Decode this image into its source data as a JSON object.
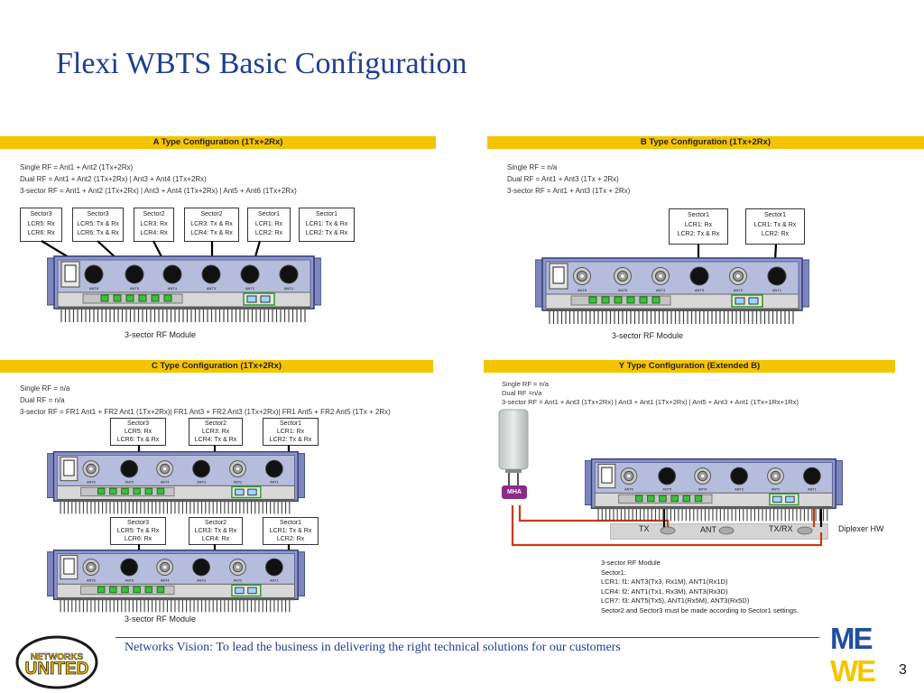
{
  "title": "Flexi WBTS Basic Configuration",
  "footer": {
    "text": "Networks Vision: To lead the business in delivering the right technical solutions for our customers",
    "page_number": "3",
    "logo_left_top": "NETWORKS",
    "logo_left_bottom": "UNITED",
    "logo_right_top": "ME",
    "logo_right_bottom": "WE"
  },
  "module_ant_labels": [
    "ANT6",
    "ANT5",
    "ANT4",
    "ANT3",
    "ANT2",
    "ANT1"
  ],
  "module_dc_label": "DC IN",
  "panel_a": {
    "header": "A Type Configuration (1Tx+2Rx)",
    "lines": [
      "Single RF = Ant1 + Ant2 (1Tx+2Rx)",
      "Dual RF = Ant1 + Ant2 (1Tx+2Rx) | Ant3 + Ant4 (1Tx+2Rx)",
      "3-sector RF = Ant1 + Ant2 (1Tx+2Rx) | Ant3 + Ant4 (1Tx+2Rx) | Ant5 + Ant6 (1Tx+2Rx)"
    ],
    "sectors": [
      {
        "title": "Sector3",
        "l1": "LCR5: Rx",
        "l2": "LCR6: Rx"
      },
      {
        "title": "Sector3",
        "l1": "LCR5: Tx & Rx",
        "l2": "LCR6: Tx & Rx"
      },
      {
        "title": "Sector2",
        "l1": "LCR3: Rx",
        "l2": "LCR4: Rx"
      },
      {
        "title": "Sector2",
        "l1": "LCR3: Tx & Rx",
        "l2": "LCR4: Tx & Rx"
      },
      {
        "title": "Sector1",
        "l1": "LCR1: Rx",
        "l2": "LCR2: Rx"
      },
      {
        "title": "Sector1",
        "l1": "LCR1: Tx & Rx",
        "l2": "LCR2: Tx & Rx"
      }
    ],
    "caption": "3-sector RF Module"
  },
  "panel_b": {
    "header": "B Type Configuration (1Tx+2Rx)",
    "lines": [
      "Single RF = n/a",
      "Dual RF = Ant1 + Ant3 (1Tx + 2Rx)",
      "3-sector RF = Ant1 + Ant3 (1Tx + 2Rx)"
    ],
    "sectors": [
      {
        "title": "Sector1",
        "l1": "LCR1: Rx",
        "l2": "LCR2: Tx & Rx"
      },
      {
        "title": "Sector1",
        "l1": "LCR1: Tx & Rx",
        "l2": "LCR2: Rx"
      }
    ],
    "caption": "3-sector RF Module"
  },
  "panel_c": {
    "header": "C Type Configuration (1Tx+2Rx)",
    "lines": [
      "Single RF = n/a",
      "Dual RF = n/a",
      "3-sector RF = FR1 Ant1 + FR2 Ant1 (1Tx+2Rx)| FR1 Ant3 + FR2 Ant3 (1Tx+2Rx)| FR1 Ant5 + FR2 Ant5 (1Tx + 2Rx)"
    ],
    "sectors_top": [
      {
        "title": "Sector3",
        "l1": "LCR5: Rx",
        "l2": "LCR6: Tx & Rx"
      },
      {
        "title": "Sector2",
        "l1": "LCR3: Rx",
        "l2": "LCR4: Tx & Rx"
      },
      {
        "title": "Sector1",
        "l1": "LCR1: Rx",
        "l2": "LCR2: Tx & Rx"
      }
    ],
    "sectors_bottom": [
      {
        "title": "Sector3",
        "l1": "LCR5: Tx & Rx",
        "l2": "LCR6: Rx"
      },
      {
        "title": "Sector2",
        "l1": "LCR3: Tx & Rx",
        "l2": "LCR4: Rx"
      },
      {
        "title": "Sector1",
        "l1": "LCR1: Tx & Rx",
        "l2": "LCR2: Rx"
      }
    ],
    "caption": "3-sector RF Module"
  },
  "panel_y": {
    "header": "Y Type Configuration (Extended B)",
    "lines": [
      "Single RF = n/a",
      "Dual RF =n/a",
      "3-sector RF =    Ant1 + Ant3 (1Tx+2Rx) | Ant3 + Ant1 (1Tx+2Rx) | Ant5 + Ant3 + Ant1 (1Tx+1Rx+1Rx)"
    ],
    "mha_label": "MHA",
    "diplexer": {
      "tx": "TX",
      "ant": "ANT",
      "txrx": "TX/RX",
      "label": "Diplexer HW"
    },
    "notes": [
      "3-sector RF Module",
      "Sector1:",
      "LCR1: f1: ANT3(Tx3, Rx1M), ANT1(Rx1D)",
      "LCR4: f2: ANT1(Tx1, Rx3M), ANT3(Rx3D)",
      "LCR7: f3: ANT5(Tx5), ANT1(Rx5M), ANT3(Rx5D)",
      "Sector2 and Sector3 must be made according to Sector1 settings."
    ]
  },
  "colors": {
    "title": "#1f3f8f",
    "header_band": "#f5c400",
    "module_body": "#8f96c8",
    "cable": "#cc3a10",
    "mha": "#8a2a8a"
  }
}
